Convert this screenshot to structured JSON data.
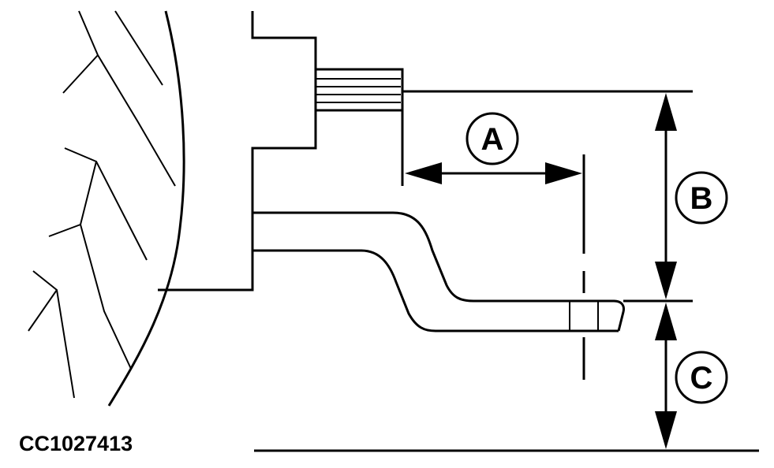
{
  "figure_id": "CC1027413",
  "callouts": {
    "a": "A",
    "b": "B",
    "c": "C"
  },
  "colors": {
    "line": "#000000",
    "background": "#ffffff"
  }
}
